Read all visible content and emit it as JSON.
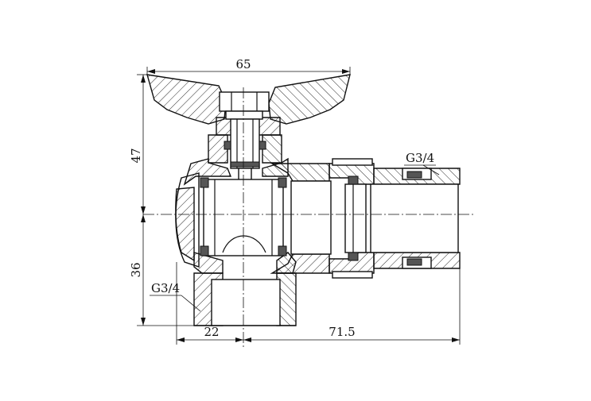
{
  "dimensions": {
    "handle_width": "65",
    "upper_height": "47",
    "lower_height": "36",
    "inlet_offset": "22",
    "outlet_length": "71.5"
  },
  "threads": {
    "outlet": "G3/4",
    "inlet": "G3/4"
  }
}
